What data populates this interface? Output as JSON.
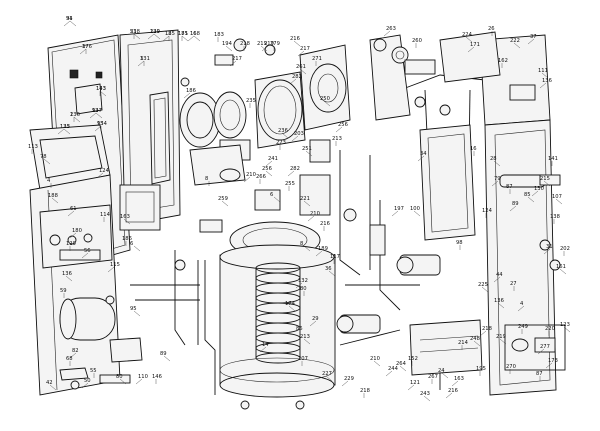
{
  "diagram": {
    "type": "exploded-parts-view",
    "callouts": [
      "94",
      "176",
      "238",
      "239",
      "18",
      "175",
      "16",
      "3",
      "143",
      "127",
      "134",
      "2",
      "125",
      "113",
      "78",
      "124",
      "4",
      "188",
      "61",
      "114",
      "163",
      "180",
      "129",
      "136",
      "56",
      "59",
      "95",
      "82",
      "68",
      "42",
      "50",
      "55",
      "80",
      "110",
      "146",
      "89",
      "115",
      "186",
      "6",
      "186",
      "183",
      "194",
      "217",
      "218",
      "219",
      "219",
      "279",
      "216",
      "217",
      "271",
      "261",
      "282",
      "235",
      "236",
      "203",
      "8",
      "259",
      "210",
      "266",
      "256",
      "241",
      "223",
      "250",
      "256",
      "213",
      "251",
      "282",
      "255",
      "221",
      "210",
      "216",
      "6",
      "263",
      "260",
      "224",
      "171",
      "26",
      "222",
      "37",
      "162",
      "111",
      "136",
      "141",
      "215",
      "130",
      "138",
      "107",
      "31",
      "202",
      "161",
      "34",
      "16",
      "28",
      "79",
      "87",
      "85",
      "89",
      "124",
      "100",
      "197",
      "98",
      "225",
      "44",
      "27",
      "136",
      "4",
      "220",
      "123",
      "173",
      "87",
      "8",
      "189",
      "117",
      "36",
      "132",
      "80",
      "174",
      "29",
      "86",
      "213",
      "14",
      "207",
      "227",
      "229",
      "218",
      "210",
      "244",
      "152",
      "243",
      "216",
      "214",
      "248",
      "218",
      "249",
      "219",
      "277",
      "270",
      "264",
      "121",
      "267",
      "24",
      "163",
      "195",
      "31",
      "37",
      "51",
      "129",
      "125",
      "181",
      "168",
      "131",
      "143",
      "93",
      "95",
      "136",
      "133"
    ]
  }
}
